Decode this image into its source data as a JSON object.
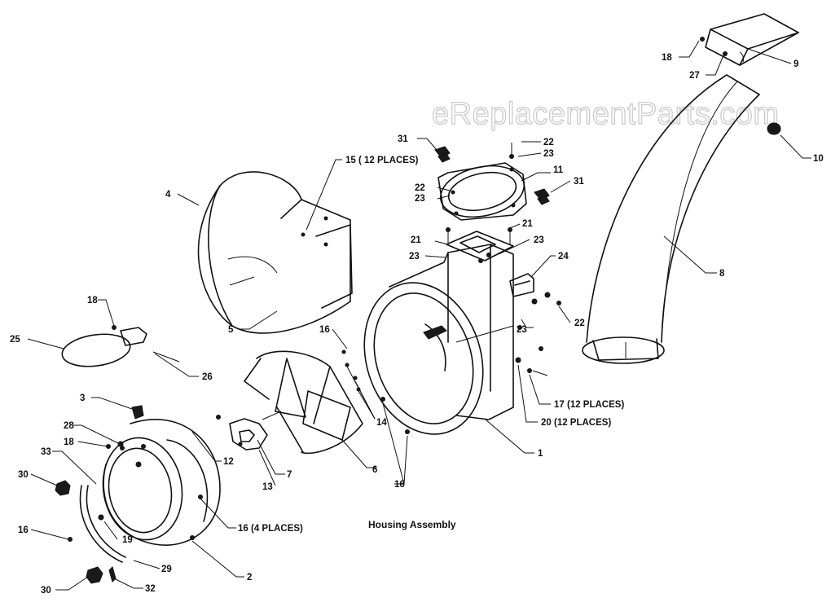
{
  "watermark": "eReplacementParts.com",
  "caption": "Housing Assembly",
  "callouts": {
    "c1": "1",
    "c2": "2",
    "c3": "3",
    "c4": "4",
    "c5": "5",
    "c6": "6",
    "c7": "7",
    "c8": "8",
    "c9": "9",
    "c10": "10",
    "c11": "11",
    "c12": "12",
    "c13": "13",
    "c14": "14",
    "c15": "15 ( 12 PLACES)",
    "c16a": "16",
    "c16b": "16",
    "c16c": "16",
    "c16d": "16 (4 PLACES)",
    "c17": "17 (12 PLACES)",
    "c18a": "18",
    "c18b": "18",
    "c18c": "18",
    "c19": "19",
    "c20": "20 (12 PLACES)",
    "c21a": "21",
    "c21b": "21",
    "c22a": "22",
    "c22b": "22",
    "c22c": "22",
    "c23a": "23",
    "c23b": "23",
    "c23c": "23",
    "c23d": "23",
    "c23e": "23",
    "c24": "24",
    "c25": "25",
    "c26": "26",
    "c27": "27",
    "c28": "28",
    "c29": "29",
    "c30a": "30",
    "c30b": "30",
    "c31a": "31",
    "c31b": "31",
    "c32": "32",
    "c33": "33"
  }
}
